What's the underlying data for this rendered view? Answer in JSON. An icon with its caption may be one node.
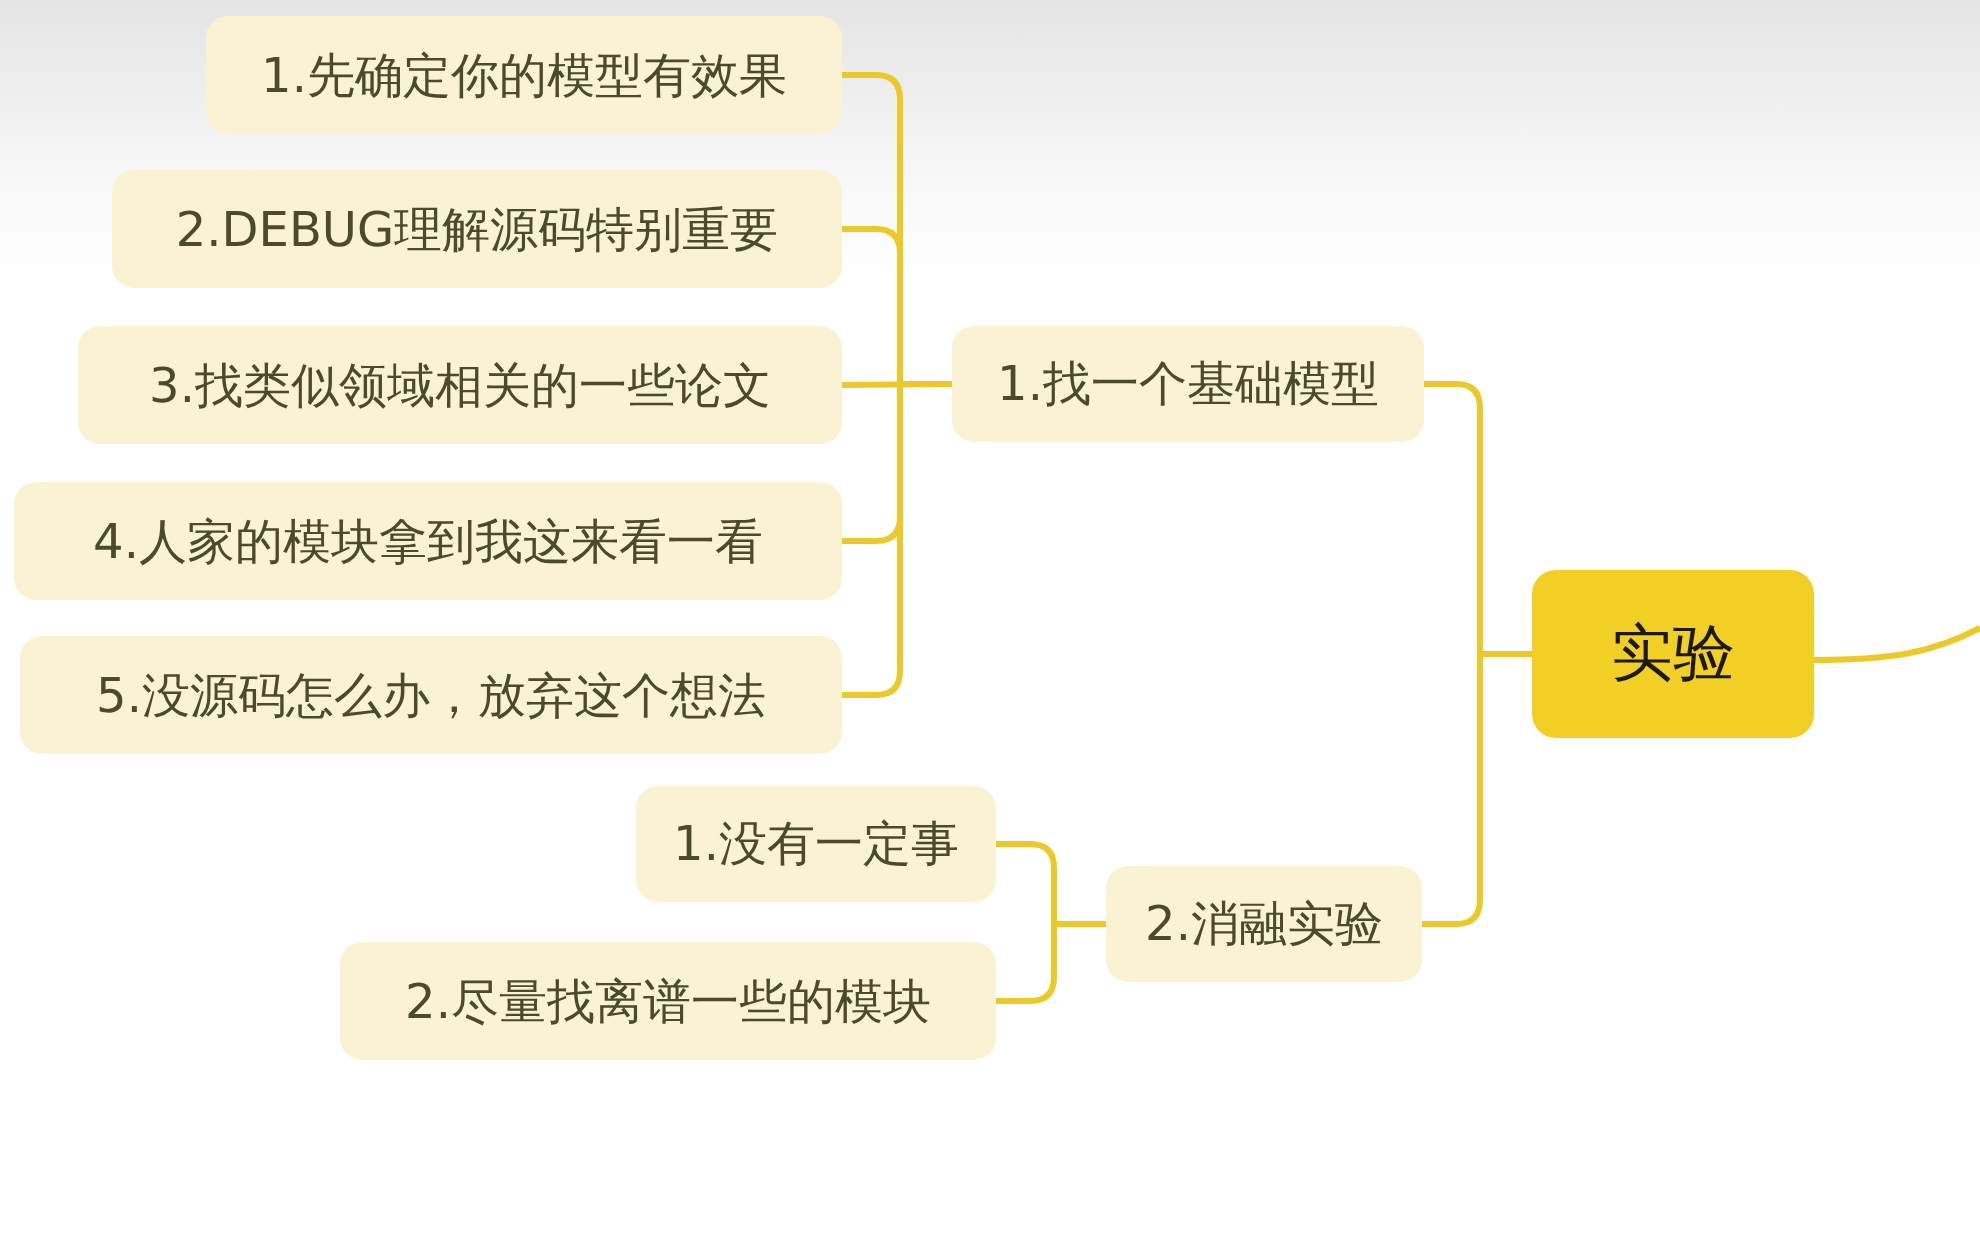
{
  "diagram": {
    "nodes": [
      {
        "text": [
          "实验"
        ]
      },
      {
        "text": [
          "1.找一个基础模型"
        ]
      },
      {
        "text": [
          "2.消融实验"
        ]
      },
      {
        "text": [
          "1.先确定你的模型有效果"
        ]
      },
      {
        "text": [
          "2.DEBUG理解源码特别重要"
        ]
      },
      {
        "text": [
          "3.找类似领域相关的一些论文"
        ]
      },
      {
        "text": [
          "4.人家的模块拿到我这来看一看"
        ]
      },
      {
        "text": [
          "5.没源码怎么办，放弃这个想法"
        ]
      },
      {
        "text": [
          "1.没有一定事"
        ]
      },
      {
        "text": [
          "2.尽量找离谱一些的模块"
        ]
      }
    ],
    "edges": [
      {
        "from": 0,
        "to": 1,
        "arrow": "none"
      },
      {
        "from": 0,
        "to": 2,
        "arrow": "none"
      },
      {
        "from": 1,
        "to": 3,
        "arrow": "none"
      },
      {
        "from": 1,
        "to": 4,
        "arrow": "none"
      },
      {
        "from": 1,
        "to": 5,
        "arrow": "none"
      },
      {
        "from": 1,
        "to": 6,
        "arrow": "none"
      },
      {
        "from": 1,
        "to": 7,
        "arrow": "none"
      },
      {
        "from": 2,
        "to": 8,
        "arrow": "none"
      },
      {
        "from": 2,
        "to": 9,
        "arrow": "none"
      },
      {
        "from": 0,
        "to": null,
        "arrow": "none"
      }
    ]
  }
}
